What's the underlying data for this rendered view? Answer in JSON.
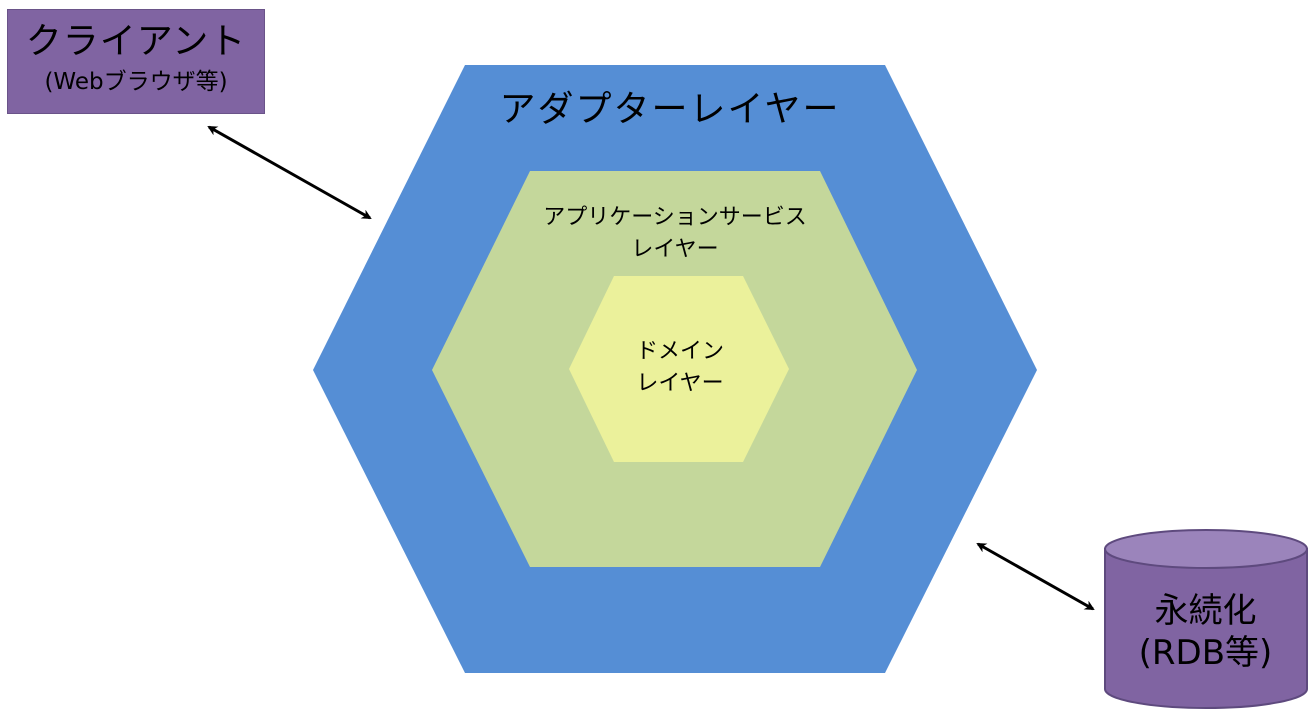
{
  "client": {
    "title": "クライアント",
    "subtitle": "(Webブラウザ等)"
  },
  "layers": {
    "adapter": "アダプターレイヤー",
    "application_line1": "アプリケーションサービス",
    "application_line2": "レイヤー",
    "domain_line1": "ドメイン",
    "domain_line2": "レイヤー"
  },
  "persistence": {
    "line1": "永続化",
    "line2": "(RDB等)"
  },
  "colors": {
    "adapter": "#558ed5",
    "application": "#c4d79b",
    "domain": "#ebf19b",
    "purple": "#8064a2",
    "arrow": "#000000"
  }
}
